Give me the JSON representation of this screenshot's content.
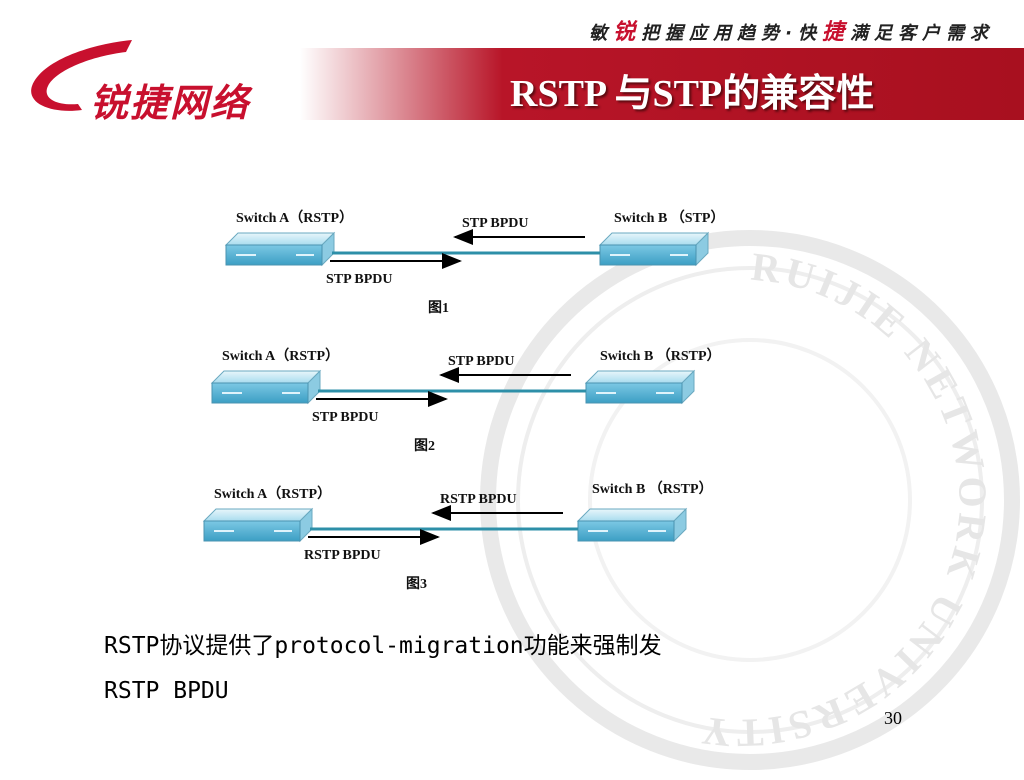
{
  "header": {
    "slogan_parts": [
      "敏",
      "锐",
      "把握应用趋势·快",
      "捷",
      "满足客户需求"
    ],
    "logo_text": "锐捷网络",
    "title": "RSTP 与STP的兼容性"
  },
  "watermark_text": "RUIJIE NETWORK UNIVERSITY",
  "diagram": {
    "figures": [
      {
        "left_switch": "Switch A（RSTP）",
        "right_switch": "Switch B （STP）",
        "top_bpdu": "STP BPDU",
        "bottom_bpdu": "STP BPDU",
        "caption": "图1"
      },
      {
        "left_switch": "Switch A（RSTP）",
        "right_switch": "Switch B （RSTP）",
        "top_bpdu": "STP BPDU",
        "bottom_bpdu": "STP BPDU",
        "caption": "图2"
      },
      {
        "left_switch": "Switch A（RSTP）",
        "right_switch": "Switch B （RSTP）",
        "top_bpdu": "RSTP BPDU",
        "bottom_bpdu": "RSTP BPDU",
        "caption": "图3"
      }
    ]
  },
  "body": {
    "line1": "RSTP协议提供了protocol-migration功能来强制发",
    "line2": "RSTP BPDU"
  },
  "page_number": "30",
  "colors": {
    "brand_red": "#c8102e",
    "switch_blue": "#5fb8d8",
    "link_teal": "#2d8fa8"
  }
}
